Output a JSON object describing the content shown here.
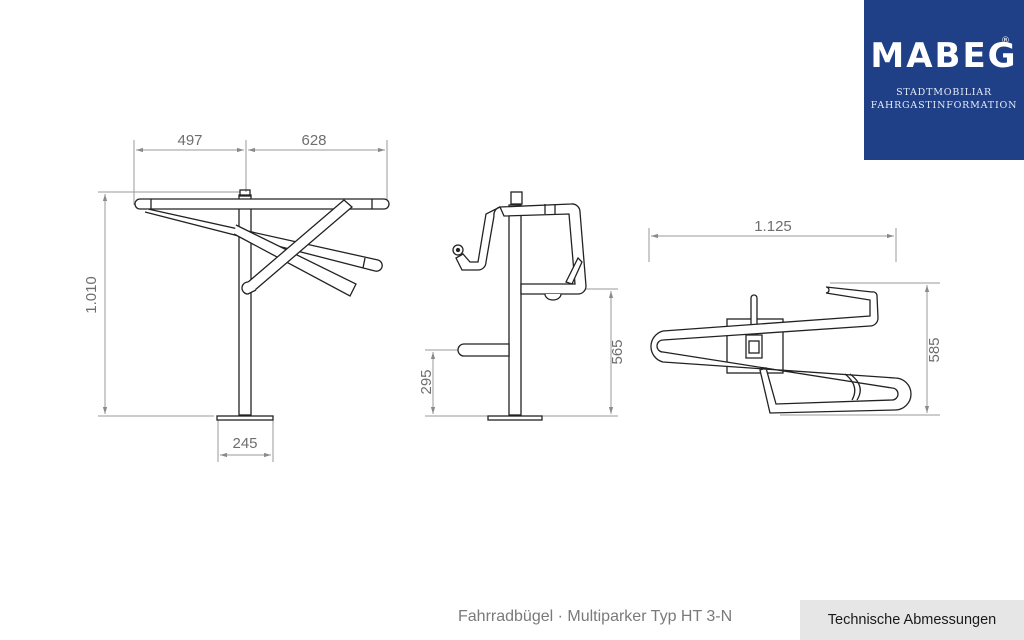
{
  "logo": {
    "brand": "MABEG",
    "registered_mark": "®",
    "tagline_line1": "STADTMOBILIAR",
    "tagline_line2": "FAHRGASTINFORMATION",
    "background_color": "#1f3f87"
  },
  "views": {
    "front": {
      "dims": {
        "left_width": "497",
        "right_width": "628",
        "height": "1.010",
        "base_width": "245"
      }
    },
    "side": {
      "dims": {
        "lower_holder_height": "295",
        "upper_holder_height": "565"
      }
    },
    "top": {
      "dims": {
        "total_width": "1.125",
        "depth": "585"
      }
    }
  },
  "footer": {
    "product_title": "Fahrradbügel · Multiparker Typ HT 3-N",
    "section_label": "Technische Abmessungen"
  }
}
